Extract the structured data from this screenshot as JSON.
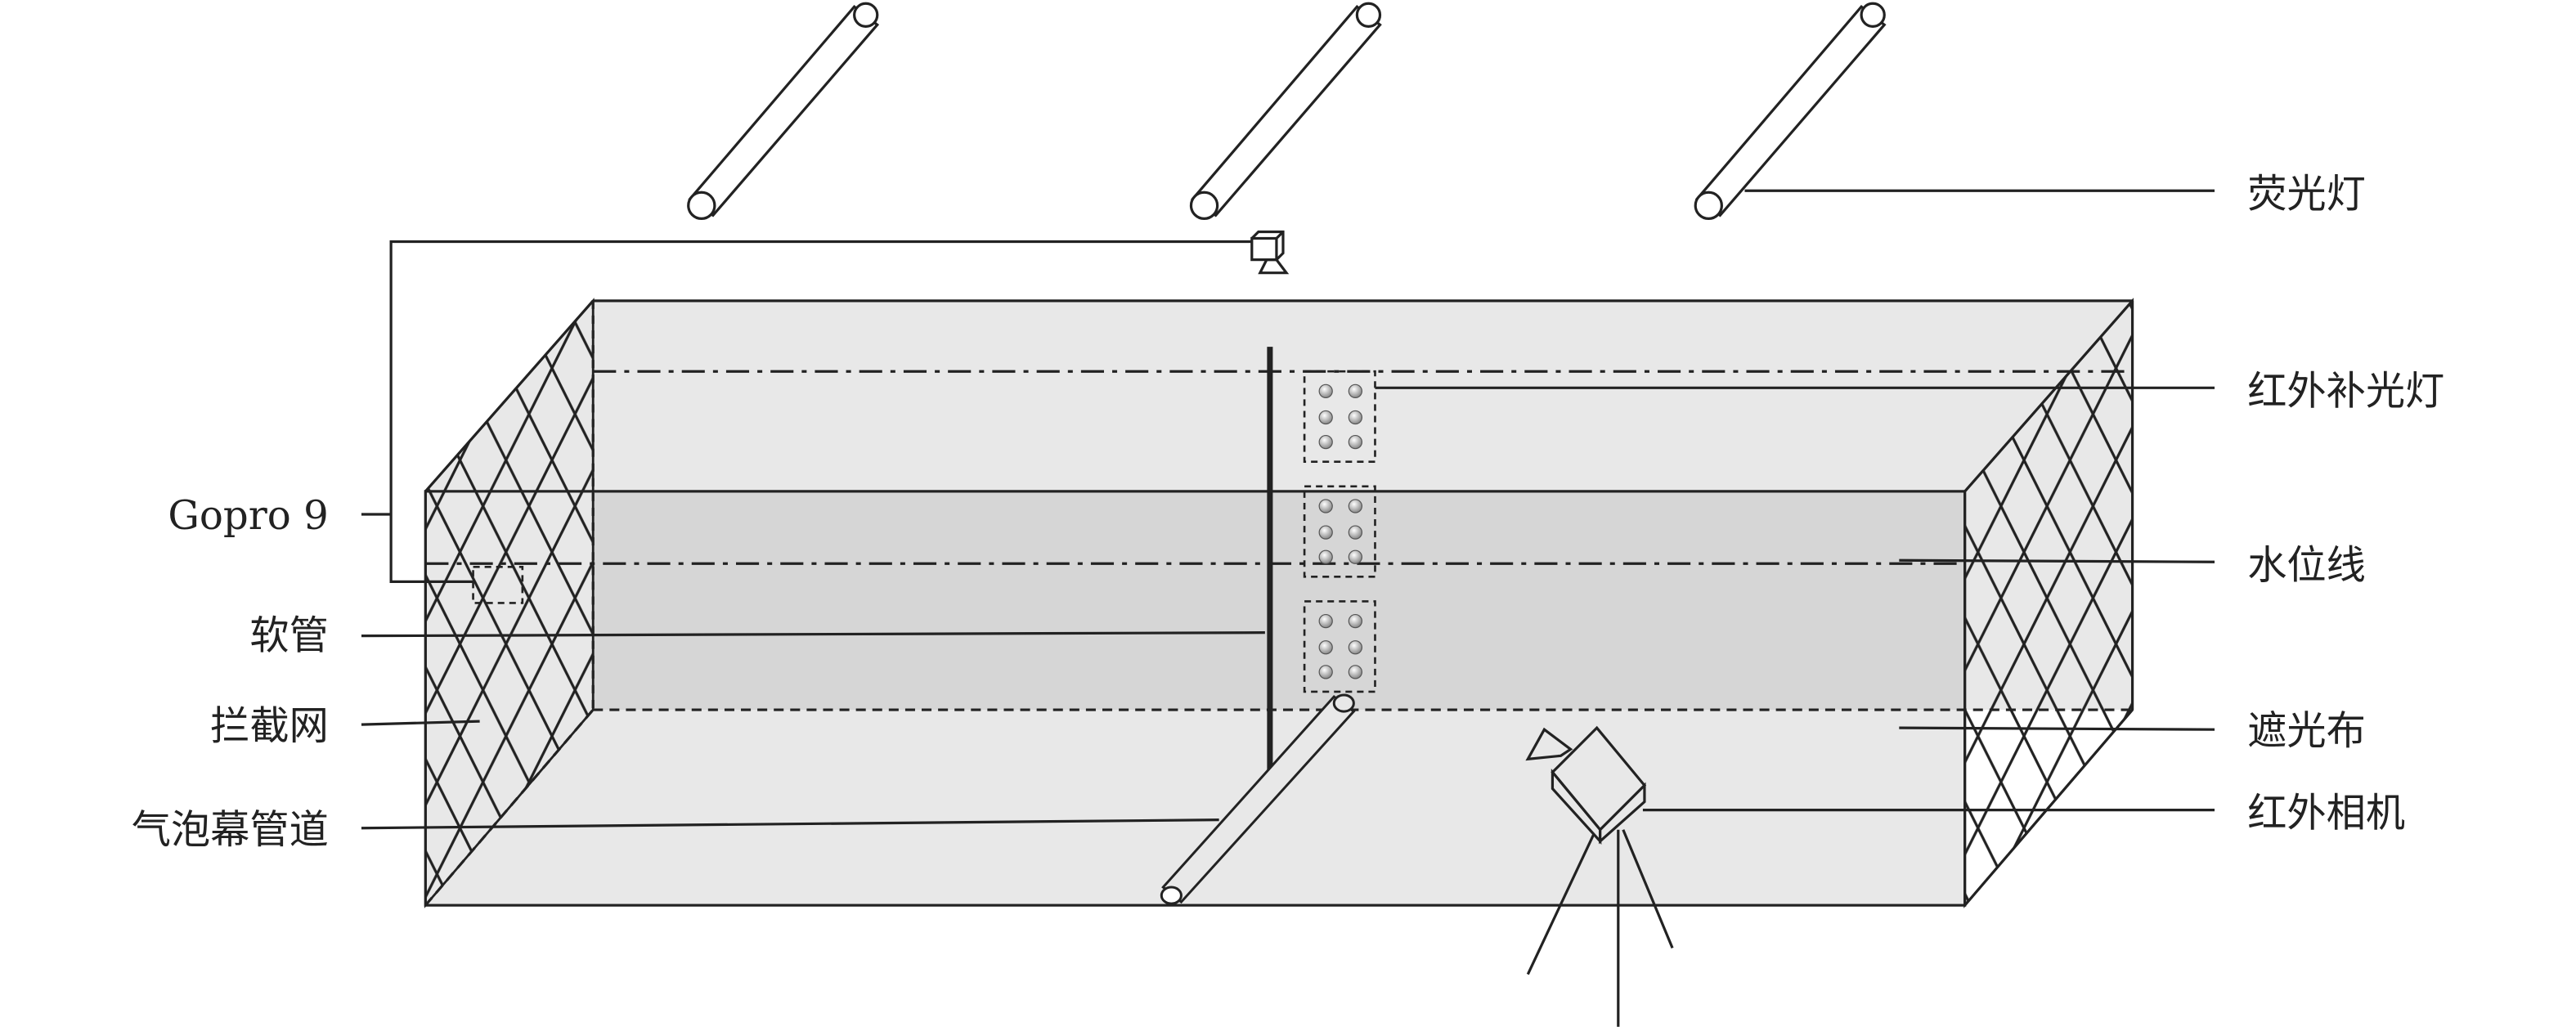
{
  "title": "实验装置示意图",
  "labels_right": {
    "fluorescent_lamp": "荧光灯",
    "ir_fill_light": "红外补光灯",
    "water_level_line": "水位线",
    "blackout_cloth": "遮光布",
    "ir_camera": "红外相机"
  },
  "labels_left": {
    "gopro": "Gopro 9",
    "hose": "软管",
    "interception_net": "拦截网",
    "bubble_curtain_pipe": "气泡幕管道"
  },
  "colors": {
    "tank_face": "#e8e8e8",
    "water": "#d6d6d6",
    "line": "#222222"
  }
}
